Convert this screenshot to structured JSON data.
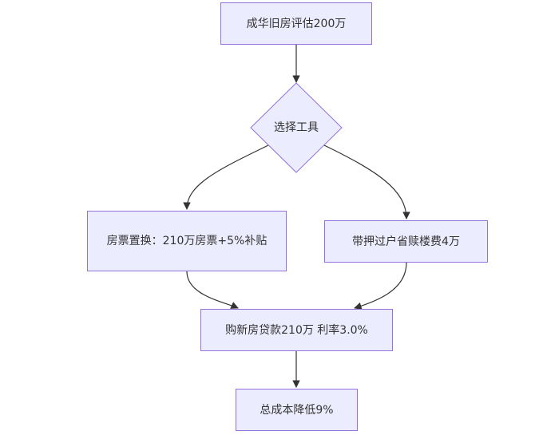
{
  "colors": {
    "node_fill": "#ececff",
    "node_border": "#9370db",
    "edge": "#333333",
    "text": "#333333"
  },
  "nodes": {
    "start": "成华旧房评估200万",
    "decision": "选择工具",
    "option_a": "房票置换：210万房票+5%补贴",
    "option_b": "带押过户省赎楼费4万",
    "loan": "购新房贷款210万 利率3.0%",
    "result": "总成本降低9%"
  }
}
